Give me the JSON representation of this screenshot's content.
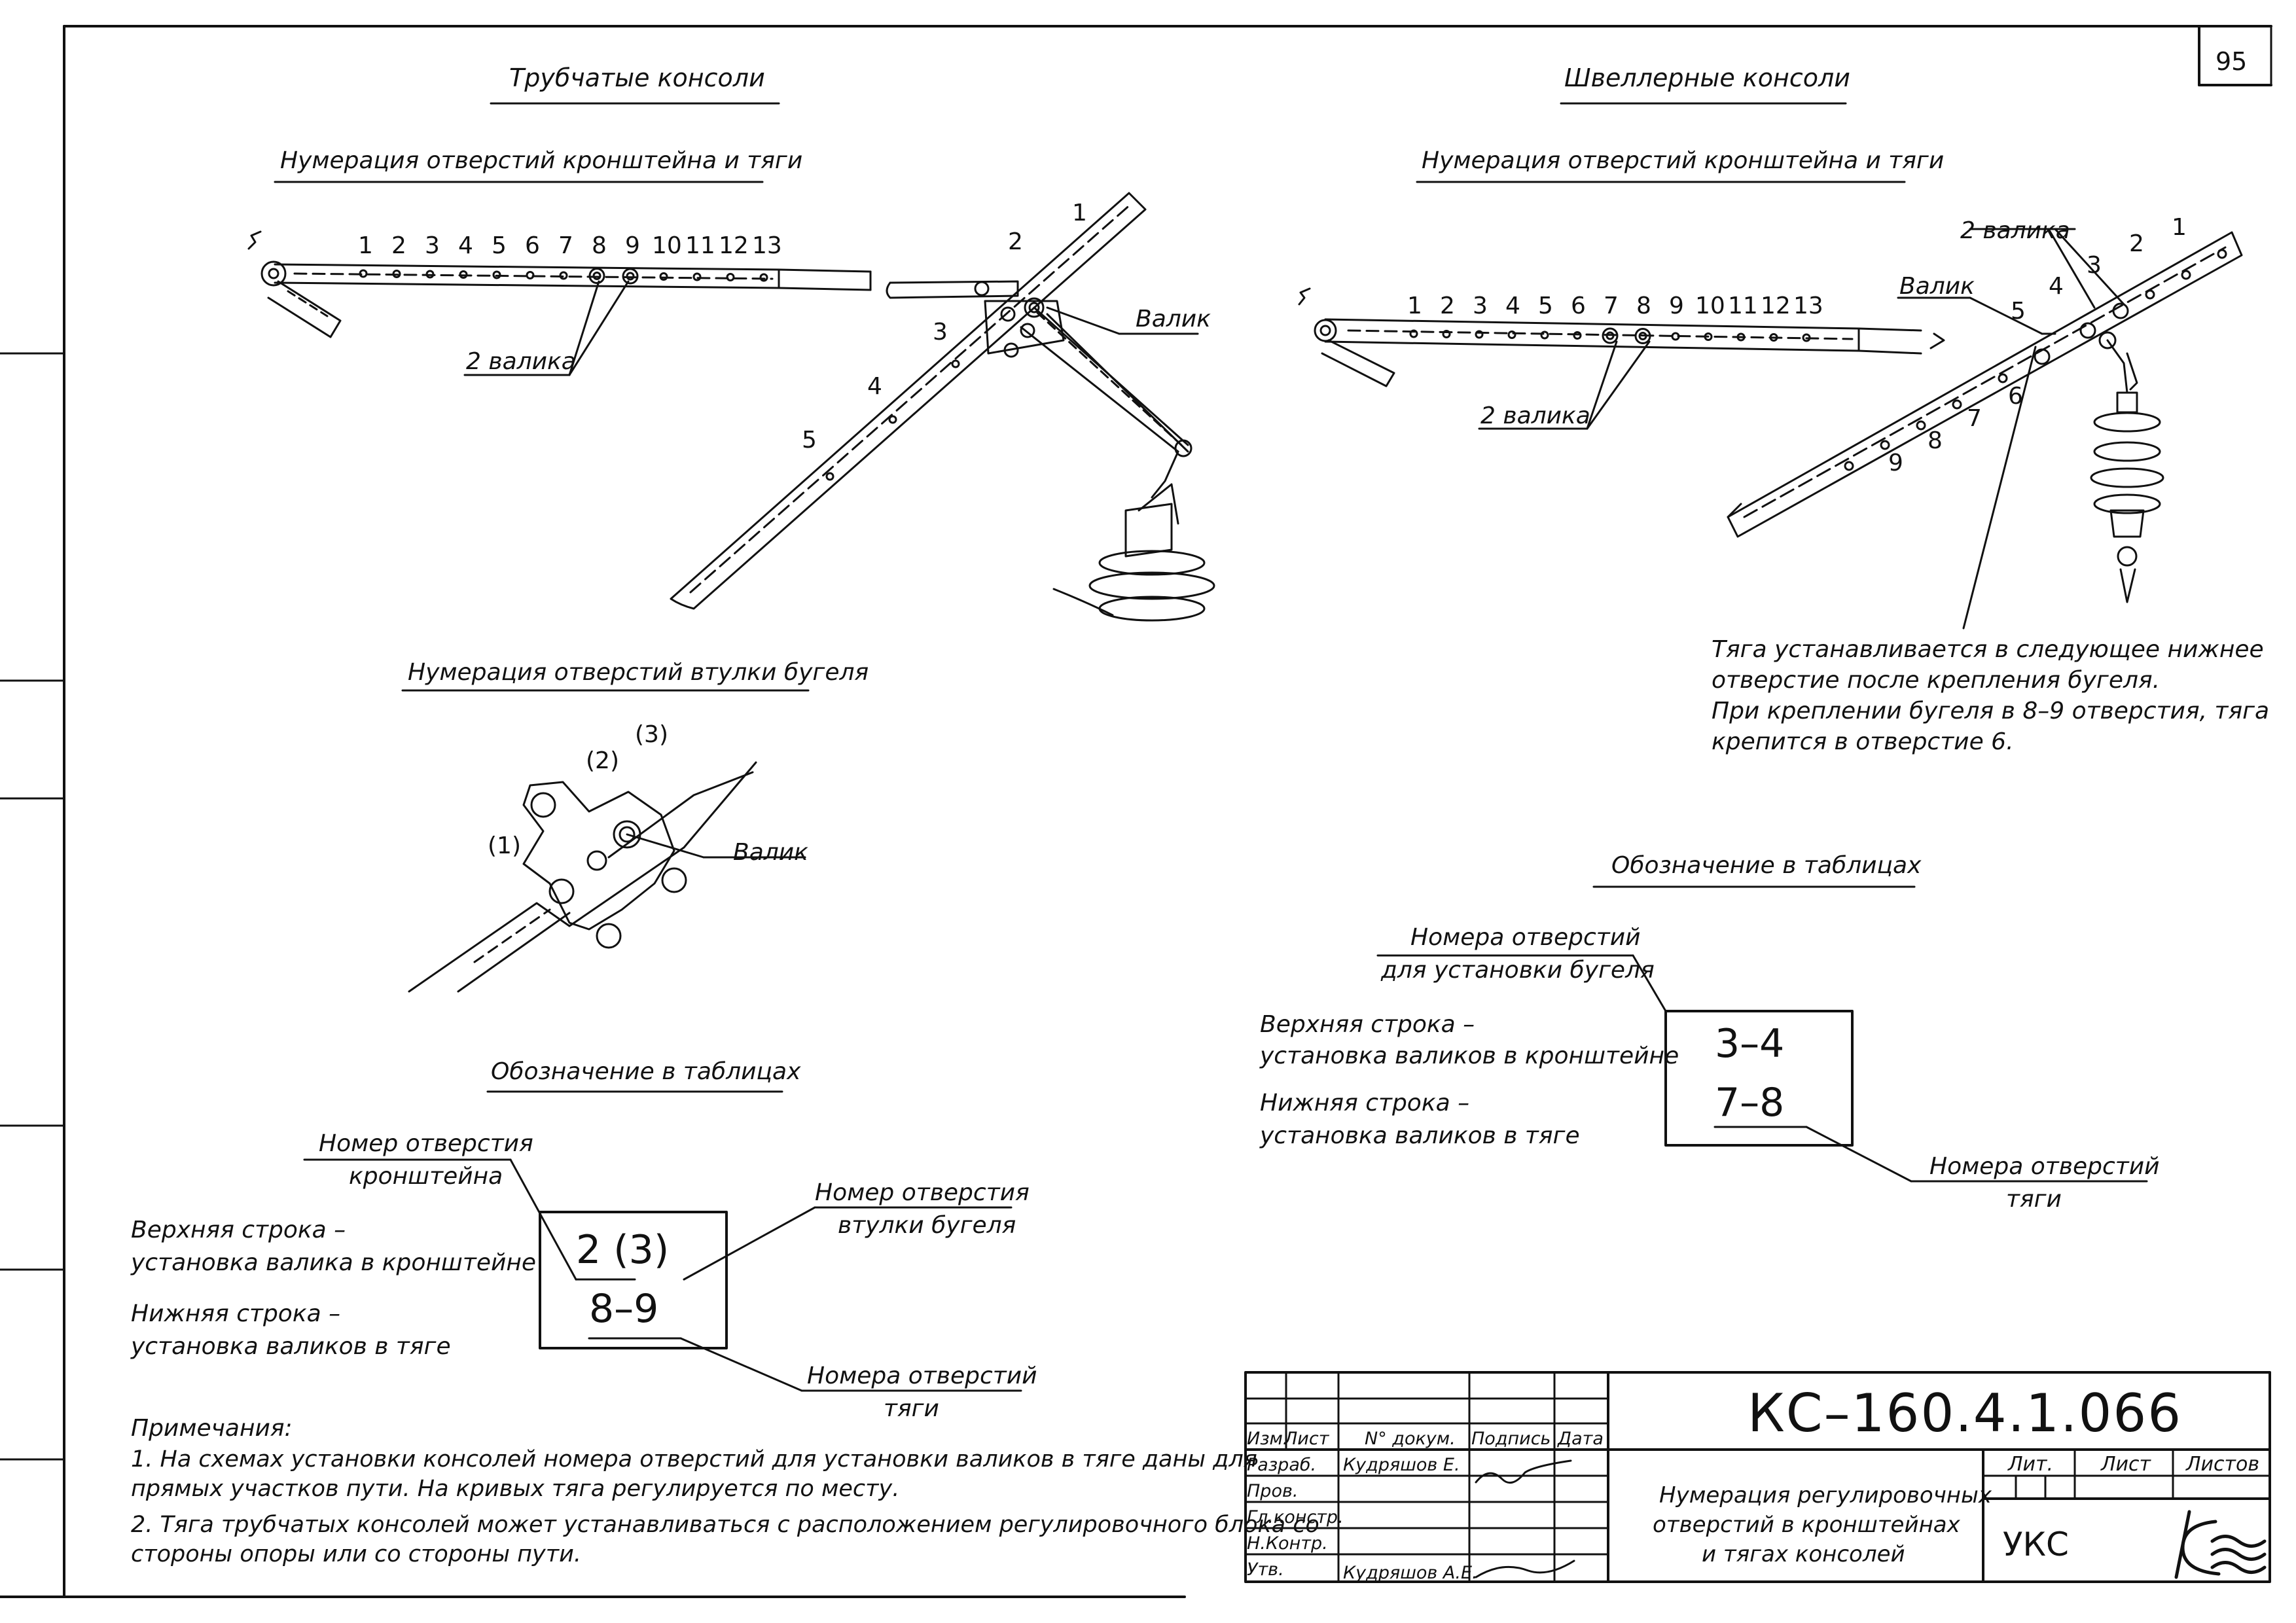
{
  "page_number": "95",
  "left": {
    "title": "Трубчатые консоли",
    "subtitle_holes": "Нумерация отверстий кронштейна и тяги",
    "bracket_numbers": [
      "1",
      "2",
      "3",
      "4",
      "5",
      "6",
      "7",
      "8",
      "9",
      "10",
      "11",
      "12",
      "13"
    ],
    "two_rollers_label": "2 валика",
    "rod_numbers": [
      "1",
      "2",
      "3",
      "4",
      "5"
    ],
    "roller_label": "Валик",
    "sleeve_title": "Нумерация отверстий втулки бугеля",
    "sleeve_holes": [
      "(1)",
      "(2)",
      "(3)"
    ],
    "sleeve_roller_label": "Валик",
    "legend_title": "Обозначение в таблицах",
    "legend": {
      "callout_bracket_hole": [
        "Номер отверстия",
        "кронштейна"
      ],
      "callout_sleeve_hole": [
        "Номер отверстия",
        "втулки бугеля"
      ],
      "callout_rod_holes": [
        "Номера отверстий",
        "тяги"
      ],
      "top_row_desc": [
        "Верхняя строка –",
        "установка валика в кронштейне"
      ],
      "bottom_row_desc": [
        "Нижняя строка –",
        "установка валиков в тяге"
      ],
      "box_top": "2 (3)",
      "box_bottom": "8–9"
    }
  },
  "right": {
    "title": "Швеллерные консоли",
    "subtitle_holes": "Нумерация отверстий кронштейна и тяги",
    "bracket_numbers": [
      "1",
      "2",
      "3",
      "4",
      "5",
      "6",
      "7",
      "8",
      "9",
      "10",
      "11",
      "12",
      "13"
    ],
    "two_rollers_label": "2 валика",
    "two_rollers_top": "2 валика",
    "roller_label": "Валик",
    "rod_numbers": [
      "1",
      "2",
      "3",
      "4",
      "5",
      "6",
      "7",
      "8",
      "9"
    ],
    "note_lines": [
      "Тяга устанавливается в следующее нижнее",
      "отверстие после крепления бугеля.",
      "При креплении бугеля в 8–9 отверстия, тяга",
      "крепится в отверстие 6."
    ],
    "legend_title": "Обозначение в таблицах",
    "legend": {
      "callout_sleeve_holes": [
        "Номера отверстий",
        "для установки бугеля"
      ],
      "callout_rod_holes": [
        "Номера отверстий",
        "тяги"
      ],
      "top_row_desc": [
        "Верхняя строка –",
        "установка валиков в кронштейне"
      ],
      "bottom_row_desc": [
        "Нижняя строка –",
        "установка валиков в тяге"
      ],
      "box_top": "3–4",
      "box_bottom": "7–8"
    }
  },
  "notes": {
    "heading": "Примечания:",
    "lines": [
      "1. На схемах установки консолей номера отверстий для установки валиков в тяге даны для",
      "прямых участков пути. На кривых тяга регулируется по месту.",
      "2. Тяга трубчатых консолей может устанавливаться с расположением регулировочного блока со",
      "стороны опоры или со стороны пути."
    ]
  },
  "title_block": {
    "doc_code": "КС–160.4.1.066",
    "header": [
      "Изм.",
      "Лист",
      "N° докум.",
      "Подпись",
      "Дата"
    ],
    "roles": [
      "Разраб.",
      "Пров.",
      "Гл.констр.",
      "Н.Контр.",
      "Утв."
    ],
    "names": [
      "Кудряшов Е.",
      "",
      "",
      "",
      "Кудряшов А.Е."
    ],
    "description": [
      "Нумерация регулировочных",
      "отверстий в кронштейнах",
      "и тягах консолей"
    ],
    "lit_label": "Лит.",
    "sheet_label": "Лист",
    "sheets_label": "Листов",
    "org": "УКС"
  }
}
